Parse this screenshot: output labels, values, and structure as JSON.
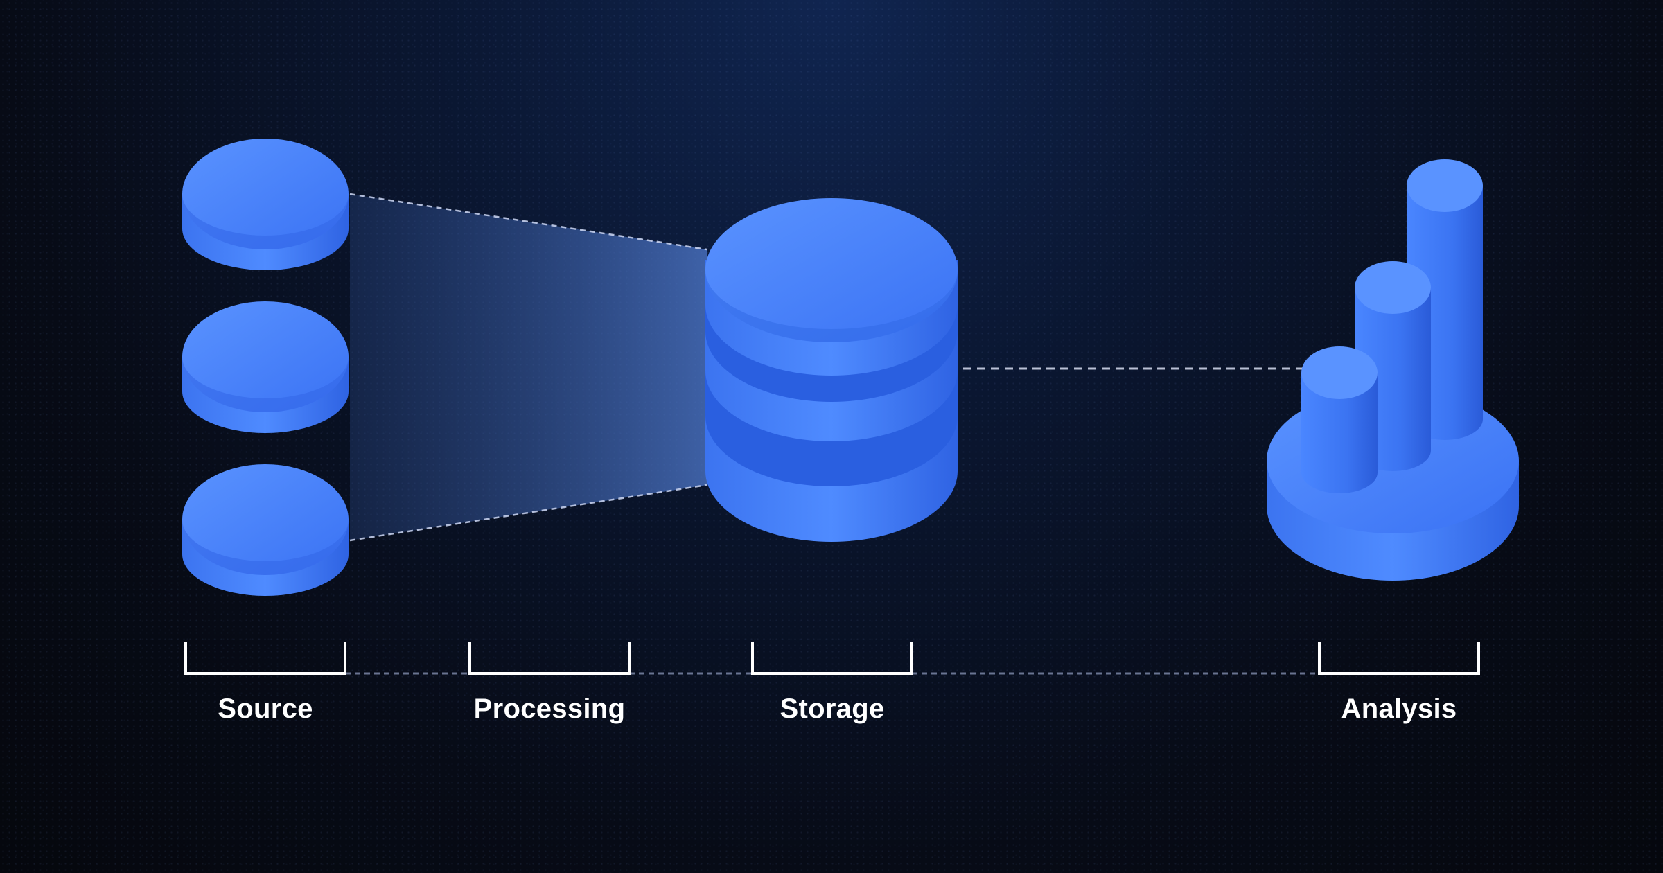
{
  "stages": [
    {
      "label": "Source"
    },
    {
      "label": "Processing"
    },
    {
      "label": "Storage"
    },
    {
      "label": "Analysis"
    }
  ],
  "colors": {
    "accent": "#3f7dfb",
    "accent_dark": "#2a5fe0",
    "accent_light": "#5b92ff",
    "background": "#070b16",
    "line": "#ffffff"
  },
  "icons": {
    "source": "disk-stack-icon",
    "storage": "database-icon",
    "analysis": "bar-chart-icon"
  }
}
